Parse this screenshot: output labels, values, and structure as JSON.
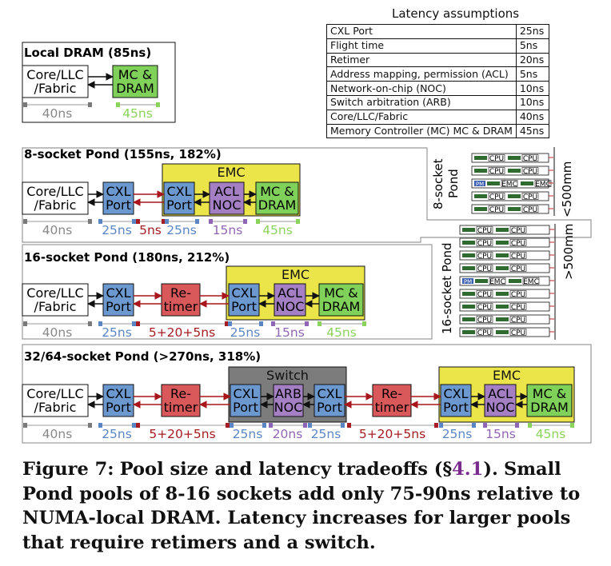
{
  "table": {
    "title": "Latency assumptions",
    "rows": [
      {
        "label": "CXL Port",
        "value": "25ns"
      },
      {
        "label": "Flight time",
        "value": "5ns"
      },
      {
        "label": "Retimer",
        "value": "20ns"
      },
      {
        "label": "Address mapping, permission (ACL)",
        "value": "5ns"
      },
      {
        "label": "Network-on-chip (NOC)",
        "value": "10ns"
      },
      {
        "label": "Switch arbitration (ARB)",
        "value": "10ns"
      },
      {
        "label": "Core/LLC/Fabric",
        "value": "40ns"
      },
      {
        "label": "Memory Controller (MC) MC & DRAM",
        "value": "45ns"
      }
    ]
  },
  "panels": {
    "local": {
      "title": "Local DRAM (85ns)"
    },
    "p8": {
      "title": "8-socket Pond (155ns, 182%)"
    },
    "p16": {
      "title": "16-socket Pond (180ns, 212%)"
    },
    "p32": {
      "title": "32/64-socket Pond (>270ns, 318%)"
    }
  },
  "blocks": {
    "core1": "Core/LLC",
    "core2": "/Fabric",
    "mc1": "MC &",
    "mc2": "DRAM",
    "cxl1": "CXL",
    "cxl2": "Port",
    "acl1": "ACL",
    "acl2": "NOC",
    "arb1": "ARB",
    "arb2": "NOC",
    "re1": "Re-",
    "re2": "timer",
    "emc": "EMC",
    "switch": "Switch"
  },
  "latencies": {
    "core": "40ns",
    "mc": "45ns",
    "cxl": "25ns",
    "flight": "5ns",
    "acl": "15ns",
    "arb": "20ns",
    "retimer": "5+20+5ns"
  },
  "rack8": {
    "label1": "8-socket",
    "label2": "Pond",
    "height": "<500mm",
    "cpu": "CPU",
    "emc": "EMC",
    "pm": "PM"
  },
  "rack16": {
    "label": "16-socket Pond",
    "height": ">500mm",
    "cpu": "CPU",
    "emc": "EMC",
    "pm": "PM"
  },
  "caption": {
    "label": "Figure 7:",
    "title_before": "Pool size and latency tradeoffs (§",
    "ref": "4.1",
    "title_after": ").",
    "text": "Small Pond pools of 8-16 sockets add only 75-90ns relative to NUMA-local DRAM. Latency increases for larger pools that require retimers and a switch."
  },
  "colors": {
    "cxl": "#6a98cf",
    "acl": "#a57fc4",
    "mc": "#7fd15a",
    "retimer": "#d9585a",
    "emc": "#ece54a",
    "switch": "#7c7c7c",
    "core_tick": "#7a7a7a",
    "cxl_tick": "#5b86c5",
    "acl_tick": "#9165b5",
    "mc_tick": "#8bd45b",
    "ret_tick": "#a51d22",
    "arrow": "#a8161b"
  }
}
